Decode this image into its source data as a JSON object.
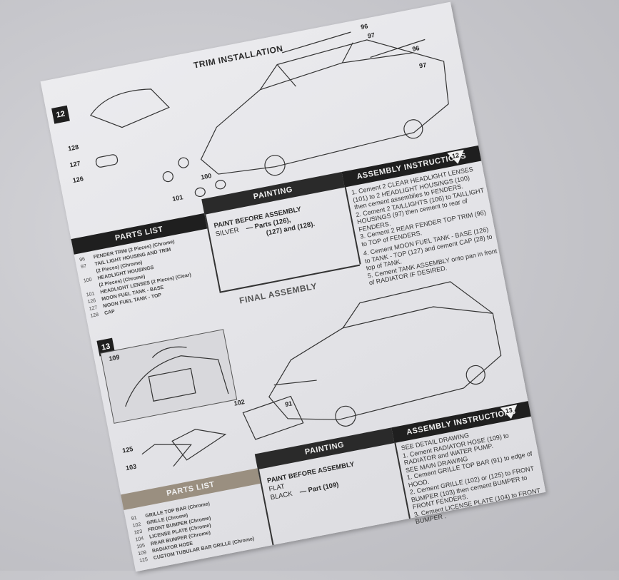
{
  "step12": {
    "title": "TRIM INSTALLATION",
    "step_number": "12",
    "callouts": [
      "96",
      "97",
      "96",
      "97",
      "128",
      "127",
      "126",
      "101",
      "100"
    ],
    "parts_list_header": "PARTS LIST",
    "painting_header": "PAINTING",
    "instructions_header": "ASSEMBLY INSTRUCTIONS",
    "parts": [
      {
        "num": "96",
        "desc": "FENDER TRIM (2 Pieces) (Chrome)"
      },
      {
        "num": "97",
        "desc": "TAIL LIGHT HOUSING AND TRIM"
      },
      {
        "num": "",
        "desc": "(2 Pieces) (Chrome)"
      },
      {
        "num": "100",
        "desc": "HEADLIGHT HOUSINGS"
      },
      {
        "num": "",
        "desc": "(2 Pieces) (Chrome)"
      },
      {
        "num": "101",
        "desc": "HEADLIGHT LENSES (2 Pieces) (Clear)"
      },
      {
        "num": "126",
        "desc": "MOON FUEL TANK - BASE"
      },
      {
        "num": "127",
        "desc": "MOON FUEL TANK - TOP"
      },
      {
        "num": "128",
        "desc": "CAP"
      }
    ],
    "painting": {
      "heading": "PAINT BEFORE ASSEMBLY",
      "color": "SILVER",
      "parts": "— Parts (126),",
      "parts2": "(127) and (128)."
    },
    "instructions": [
      {
        "n": "1.",
        "text": "Cement 2 CLEAR HEADLIGHT LENSES (101) to 2 HEADLIGHT HOUSINGS (100) then cement assemblies to FENDERS."
      },
      {
        "n": "2.",
        "text": "Cement 2 TAILLIGHTS (106) to TAILLIGHT HOUSINGS (97) then cement to rear of FENDERS."
      },
      {
        "n": "3.",
        "text": "Cement 2 REAR FENDER TOP TRIM (96) to TOP of FENDERS."
      },
      {
        "n": "4.",
        "text": "Cement MOON FUEL TANK - BASE (126) to TANK - TOP (127) and cement CAP (28) to top of TANK."
      },
      {
        "n": "5.",
        "text": "Cement TANK ASSEMBLY onto pan in front of RADIATOR IF DESIRED."
      }
    ]
  },
  "step13": {
    "title": "FINAL ASSEMBLY",
    "step_number": "13",
    "callouts": [
      "109",
      "102",
      "91",
      "125",
      "103"
    ],
    "parts_list_header": "PARTS LIST",
    "painting_header": "PAINTING",
    "instructions_header": "ASSEMBLY INSTRUCTIONS",
    "parts": [
      {
        "num": "91",
        "desc": "GRILLE TOP BAR (Chrome)"
      },
      {
        "num": "102",
        "desc": "GRILLE (Chrome)"
      },
      {
        "num": "103",
        "desc": "FRONT BUMPER (Chrome)"
      },
      {
        "num": "104",
        "desc": "LICENSE PLATE (Chrome)"
      },
      {
        "num": "105",
        "desc": "REAR BUMPER (Chrome)"
      },
      {
        "num": "109",
        "desc": "RADIATOR HOSE"
      },
      {
        "num": "125",
        "desc": "CUSTOM TUBULAR BAR GRILLE (Chrome)"
      }
    ],
    "painting": {
      "heading": "PAINT BEFORE ASSEMBLY",
      "color": "FLAT",
      "color2": "BLACK",
      "parts": "— Part (109)"
    },
    "instructions": [
      {
        "n": "",
        "text": "SEE DETAIL DRAWING"
      },
      {
        "n": "1.",
        "text": "Cement RADIATOR HOSE (109) to RADIATOR and WATER PUMP."
      },
      {
        "n": "",
        "text": "SEE MAIN DRAWING"
      },
      {
        "n": "1.",
        "text": "Cement GRILLE TOP BAR (91) to edge of HOOD."
      },
      {
        "n": "2.",
        "text": "Cement GRILLE (102) or (125) to FRONT BUMPER (103) then cement BUMPER to FRONT FENDERS."
      },
      {
        "n": "3.",
        "text": "Cement LICENSE PLATE (104) to FRONT BUMPER ."
      }
    ]
  }
}
